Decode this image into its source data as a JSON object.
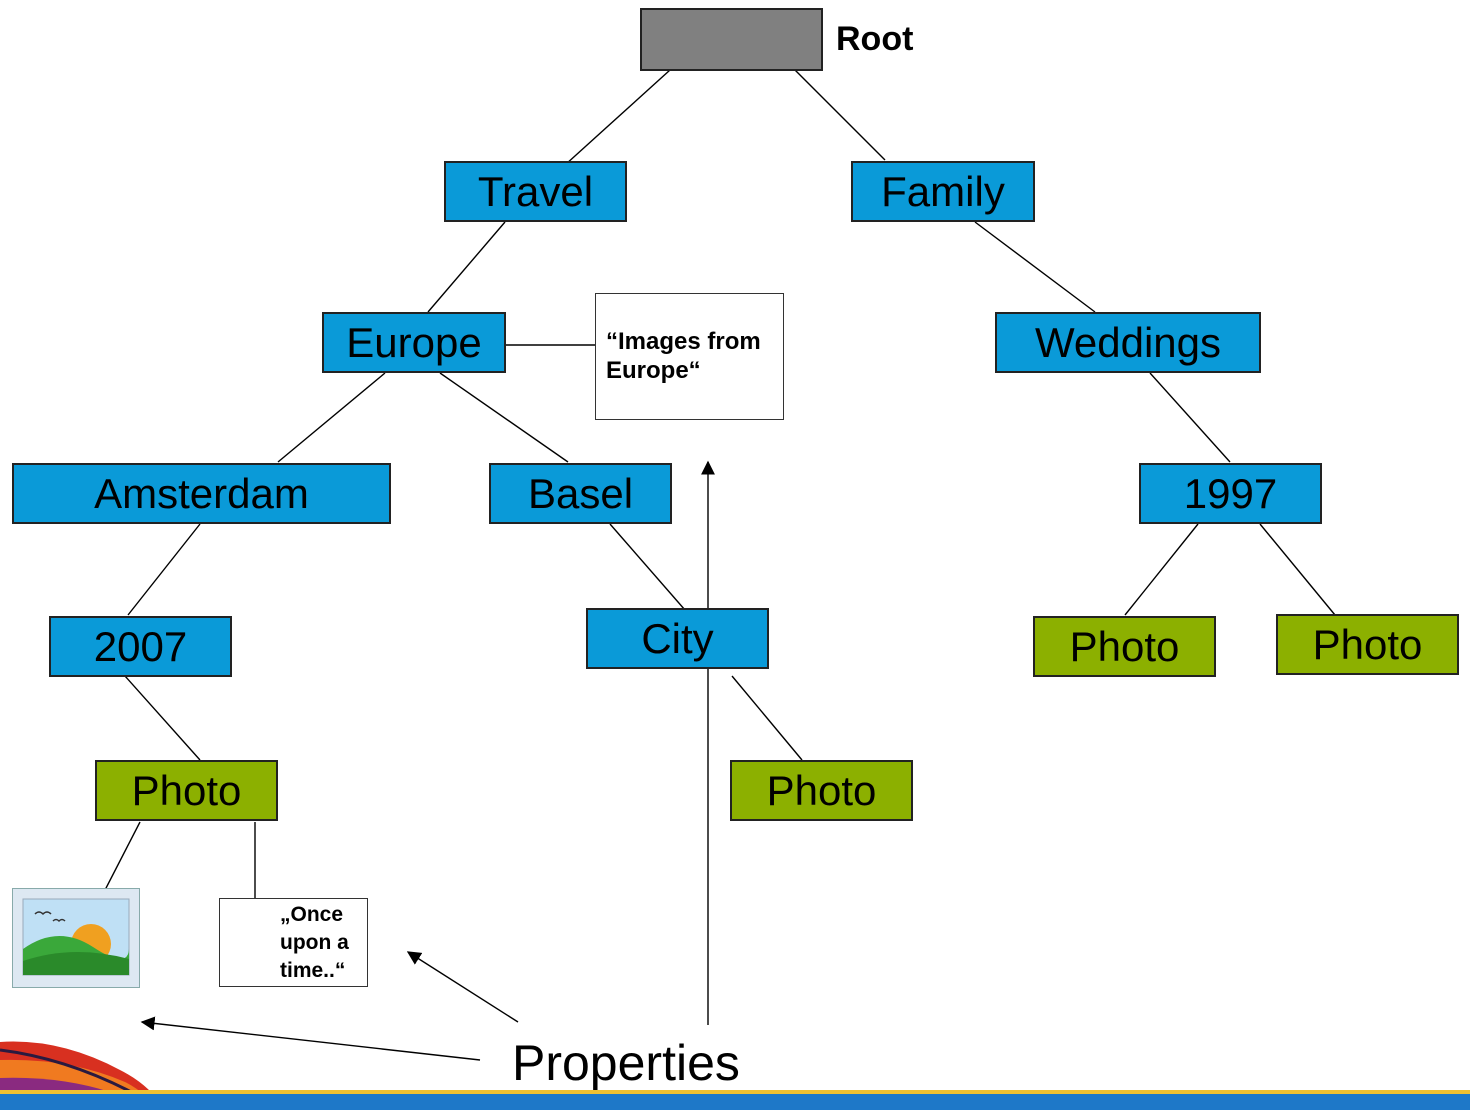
{
  "nodes": {
    "root": "Root",
    "travel": "Travel",
    "family": "Family",
    "europe": "Europe",
    "weddings": "Weddings",
    "amsterdam": "Amsterdam",
    "basel": "Basel",
    "year_1997": "1997",
    "year_2007": "2007",
    "city": "City",
    "photo": "Photo"
  },
  "properties": {
    "europe_description_1": "“Images from",
    "europe_description_2": "Europe“",
    "photo_caption_1": "„Once",
    "photo_caption_2": "upon a",
    "photo_caption_3": "time..“"
  },
  "labels": {
    "properties": "Properties"
  },
  "colors": {
    "folder": "#0a9ad8",
    "photo": "#8cb000",
    "root": "#808080",
    "footer_blue": "#1e78c8",
    "footer_yellow": "#f0c030"
  }
}
